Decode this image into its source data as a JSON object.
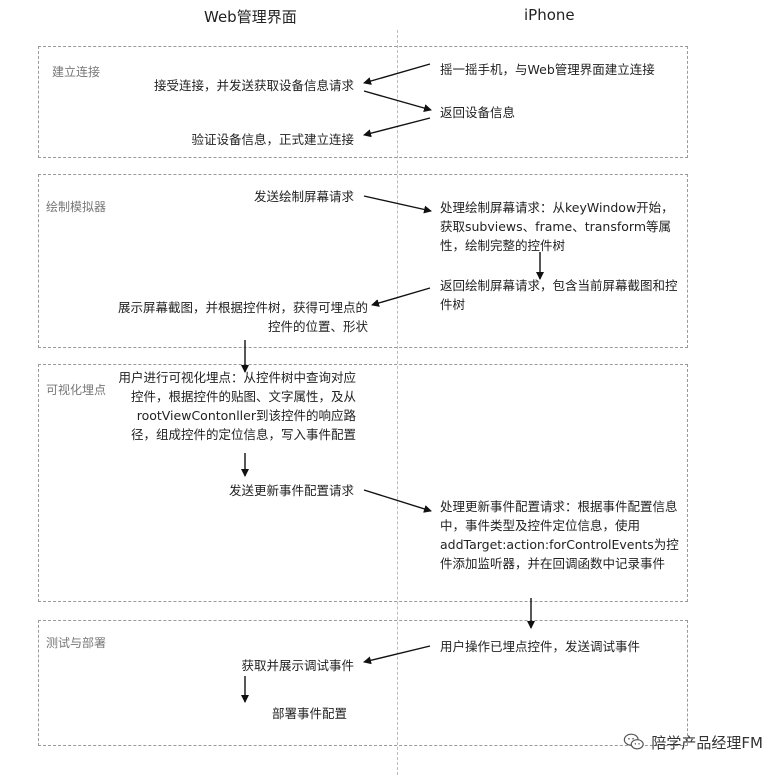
{
  "columns": {
    "left": "Web管理界面",
    "right": "iPhone"
  },
  "sections": {
    "connect": "建立连接",
    "draw": "绘制模拟器",
    "visual": "可视化埋点",
    "test": "测试与部署"
  },
  "steps": {
    "shake": "摇一摇手机，与Web管理界面建立连接",
    "accept": "接受连接，并发送获取设备信息请求",
    "return_info": "返回设备信息",
    "verify": "验证设备信息，正式建立连接",
    "send_draw": "发送绘制屏幕请求",
    "handle_draw": "处理绘制屏幕请求：从keyWindow开始，获取subviews、frame、transform等属性，绘制完整的控件树",
    "return_draw": "返回绘制屏幕请求，包含当前屏幕截图和控件树",
    "show_screen": "展示屏幕截图，并根据控件树，获得可埋点的控件的位置、形状",
    "user_visual": "用户进行可视化埋点：从控件树中查询对应控件，根据控件的贴图、文字属性，及从rootViewContonller到该控件的响应路径，组成控件的定位信息，写入事件配置",
    "send_update": "发送更新事件配置请求",
    "handle_update": "处理更新事件配置请求：根据事件配置信息中，事件类型及控件定位信息，使用addTarget:action:forControlEvents为控件添加监听器，并在回调函数中记录事件",
    "user_op": "用户操作已埋点控件，发送调试事件",
    "get_debug": "获取并展示调试事件",
    "deploy": "部署事件配置"
  },
  "watermark": "陪学产品经理FM"
}
